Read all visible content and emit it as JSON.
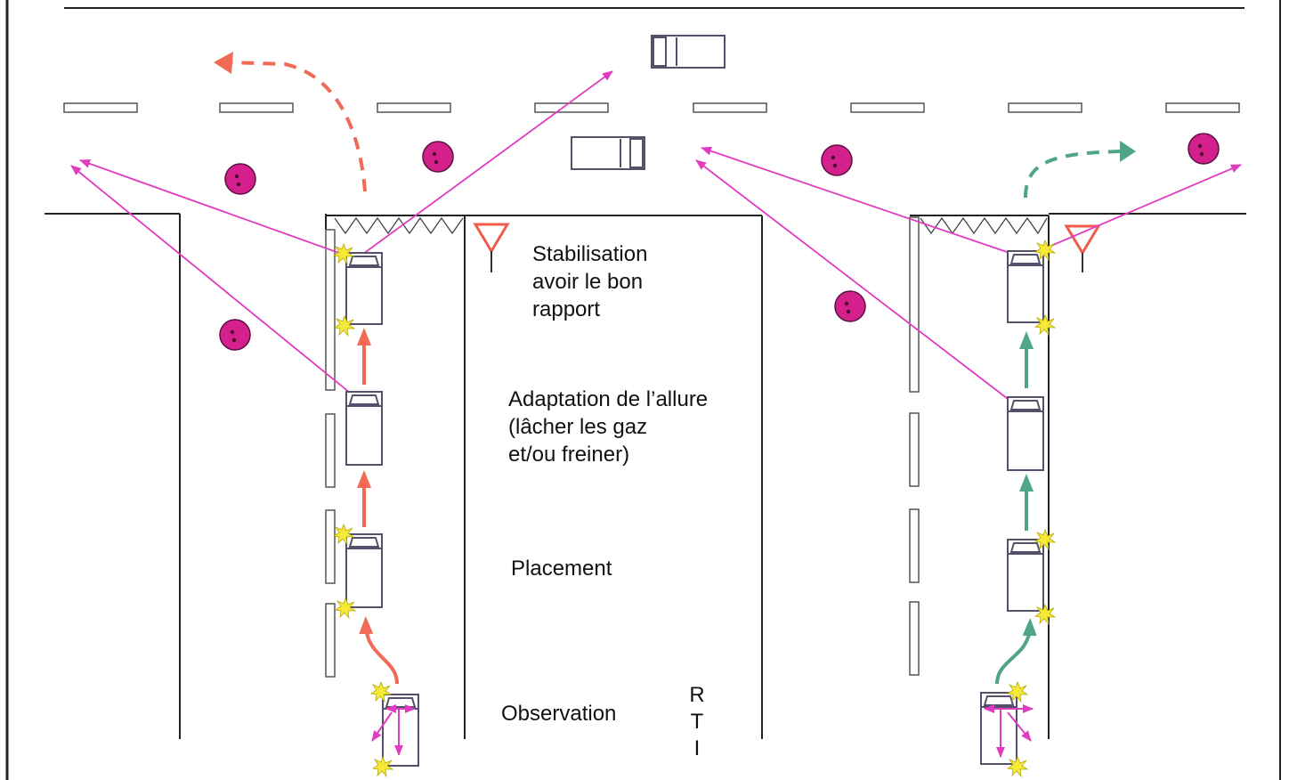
{
  "colors": {
    "road_line": "#222222",
    "vehicle_outline": "#55506a",
    "progress_arrow_left": "#f06a55",
    "progress_arrow_right": "#4fa585",
    "sight_line": "#e03cc0",
    "hazard_circle": "#d4208c",
    "hazard_circle_border": "#5a1040",
    "turn_signal": "#f5ea3a",
    "yield_sign": "#ef5a4a"
  },
  "labels": {
    "stabilisation": [
      "Stabilisation",
      "avoir le bon",
      "rapport"
    ],
    "adaptation": [
      "Adaptation de l’allure",
      "(lâcher les gaz",
      "et/ou freiner)"
    ],
    "placement": "Placement",
    "observation": "Observation",
    "rti": [
      "R",
      "T",
      "I"
    ]
  },
  "icons": {
    "vehicle": "car-top-view-icon",
    "hazard": "pedestrian-hazard-icon",
    "yield": "yield-sign-icon",
    "signal": "turn-signal-icon",
    "give_way_markings": "shark-teeth-icon"
  }
}
